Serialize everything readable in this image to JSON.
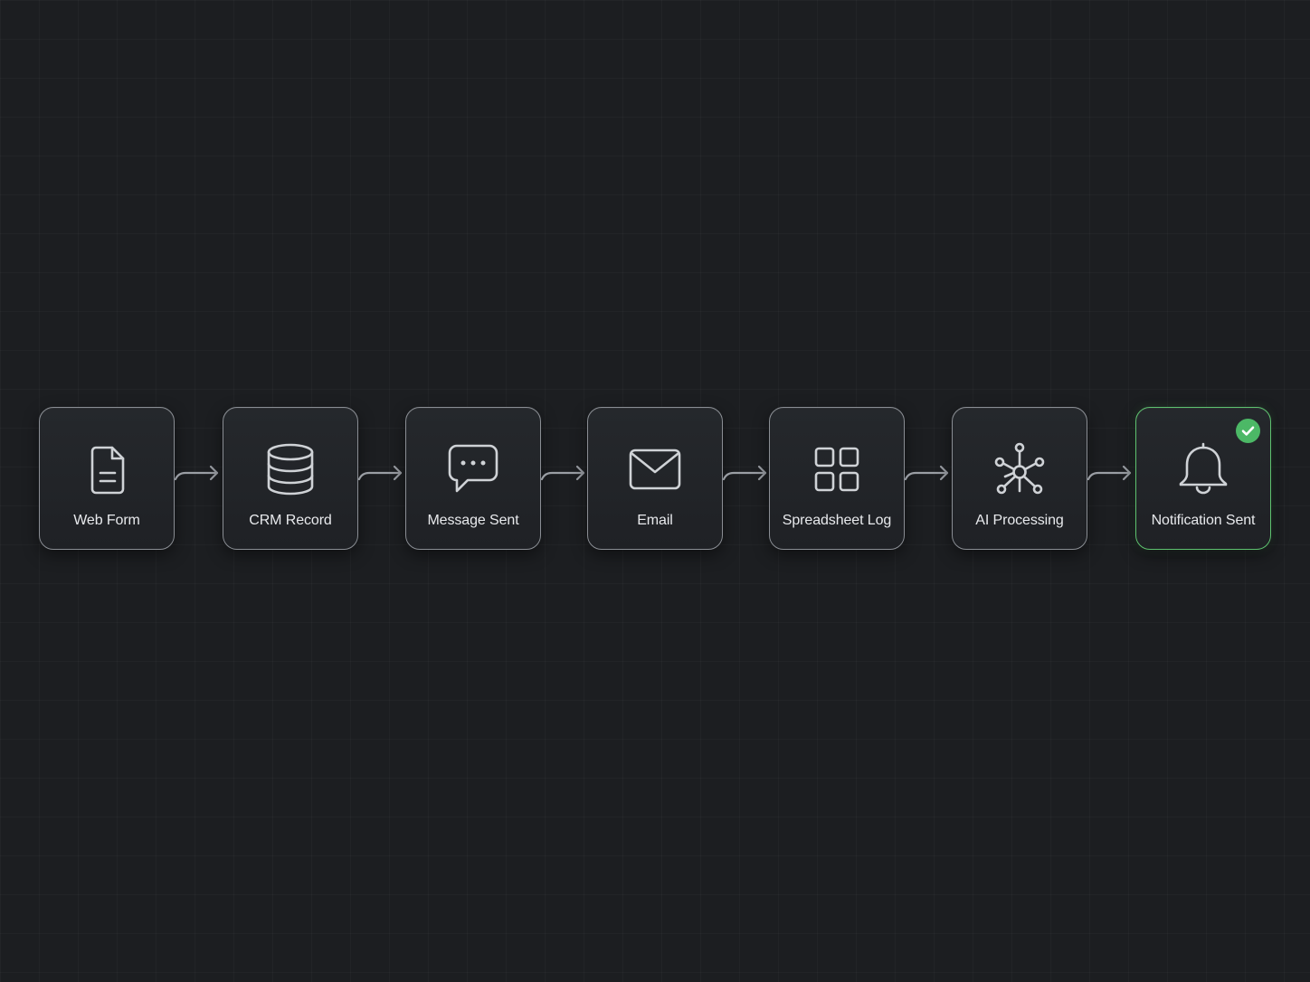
{
  "diagram": {
    "nodes": [
      {
        "label": "Web Form",
        "icon": "document-icon",
        "status": "default"
      },
      {
        "label": "CRM Record",
        "icon": "database-icon",
        "status": "default"
      },
      {
        "label": "Message Sent",
        "icon": "chat-bubble-icon",
        "status": "default"
      },
      {
        "label": "Email",
        "icon": "envelope-icon",
        "status": "default"
      },
      {
        "label": "Spreadsheet Log",
        "icon": "grid-icon",
        "status": "default"
      },
      {
        "label": "AI Processing",
        "icon": "network-hub-icon",
        "status": "default"
      },
      {
        "label": "Notification Sent",
        "icon": "bell-icon",
        "status": "completed"
      }
    ],
    "connectors": [
      {
        "from": "Web Form",
        "to": "CRM Record"
      },
      {
        "from": "CRM Record",
        "to": "Message Sent"
      },
      {
        "from": "Message Sent",
        "to": "Email"
      },
      {
        "from": "Email",
        "to": "Spreadsheet Log"
      },
      {
        "from": "Spreadsheet Log",
        "to": "AI Processing"
      },
      {
        "from": "AI Processing",
        "to": "Notification Sent"
      }
    ]
  },
  "colors": {
    "background": "#1c1e21",
    "node_border": "#8a8e94",
    "node_fill": "#23262a",
    "icon_stroke": "#cfd2d6",
    "label_text": "#e8eaed",
    "arrow": "#9a9ea4",
    "success_border": "#5ec26f",
    "success_badge": "#4cb866"
  }
}
